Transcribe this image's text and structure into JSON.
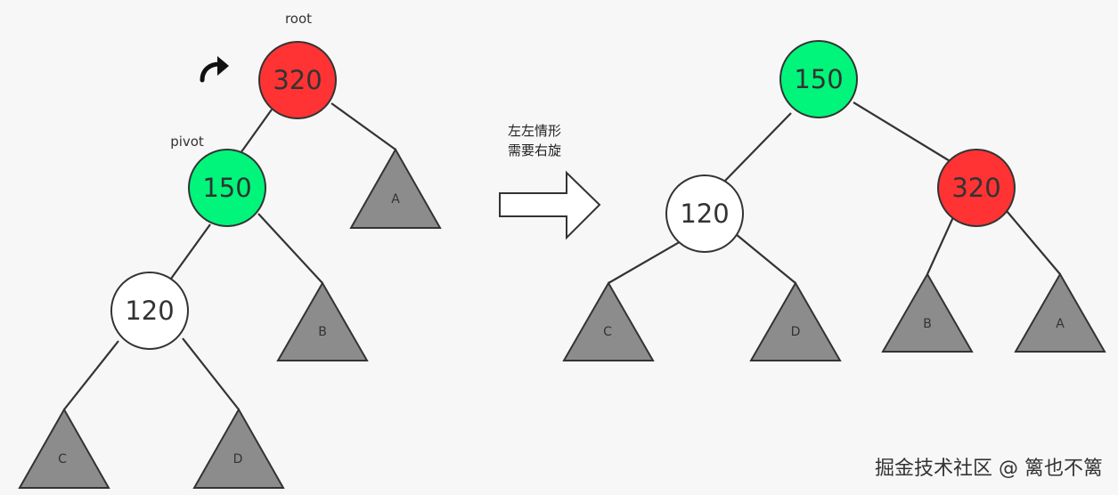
{
  "colors": {
    "red": "#ff3333",
    "green": "#00f57a",
    "white": "#ffffff",
    "gray": "#8c8c8c"
  },
  "labels": {
    "root": "root",
    "pivot": "pivot"
  },
  "caption": {
    "line1": "左左情形",
    "line2": "需要右旋"
  },
  "watermark": "掘金技术社区 @ 篱也不篱",
  "before": {
    "nodes": [
      {
        "id": "n320",
        "value": "320",
        "color": "red"
      },
      {
        "id": "n150",
        "value": "150",
        "color": "green"
      },
      {
        "id": "n120",
        "value": "120",
        "color": "white"
      }
    ],
    "subtrees": [
      "A",
      "B",
      "C",
      "D"
    ]
  },
  "after": {
    "nodes": [
      {
        "id": "n150",
        "value": "150",
        "color": "green"
      },
      {
        "id": "n120",
        "value": "120",
        "color": "white"
      },
      {
        "id": "n320",
        "value": "320",
        "color": "red"
      }
    ],
    "subtrees": [
      "C",
      "D",
      "B",
      "A"
    ]
  },
  "icons": {
    "rotate": "curved-arrow-icon",
    "transform": "right-arrow-icon"
  }
}
